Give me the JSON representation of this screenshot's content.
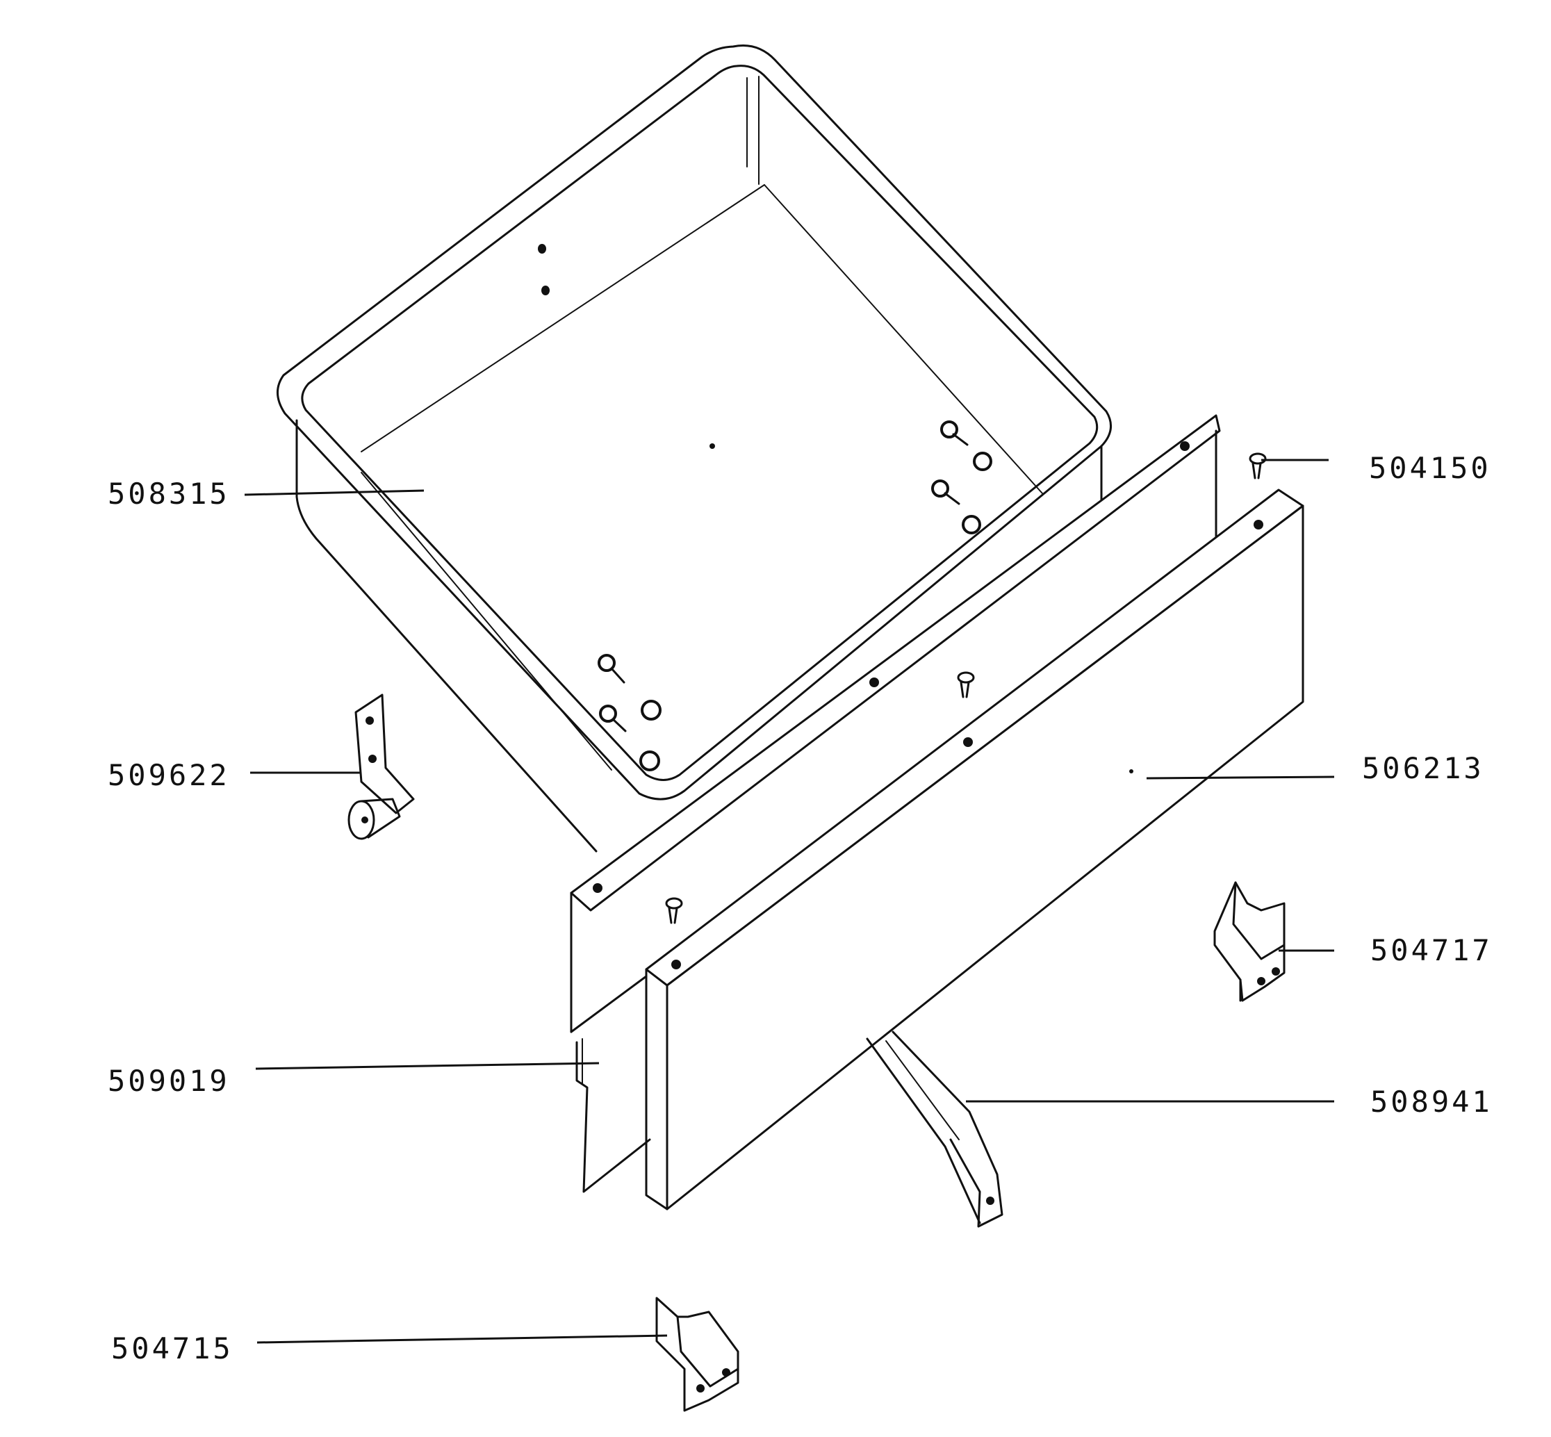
{
  "labels": {
    "tub": "508315",
    "clip": "504150",
    "caster": "509622",
    "front_panel": "506213",
    "bracket_right": "504717",
    "support_rail": "509019",
    "strut": "508941",
    "bracket_left": "504715"
  },
  "colors": {
    "line": "#111111",
    "background": "#ffffff"
  }
}
